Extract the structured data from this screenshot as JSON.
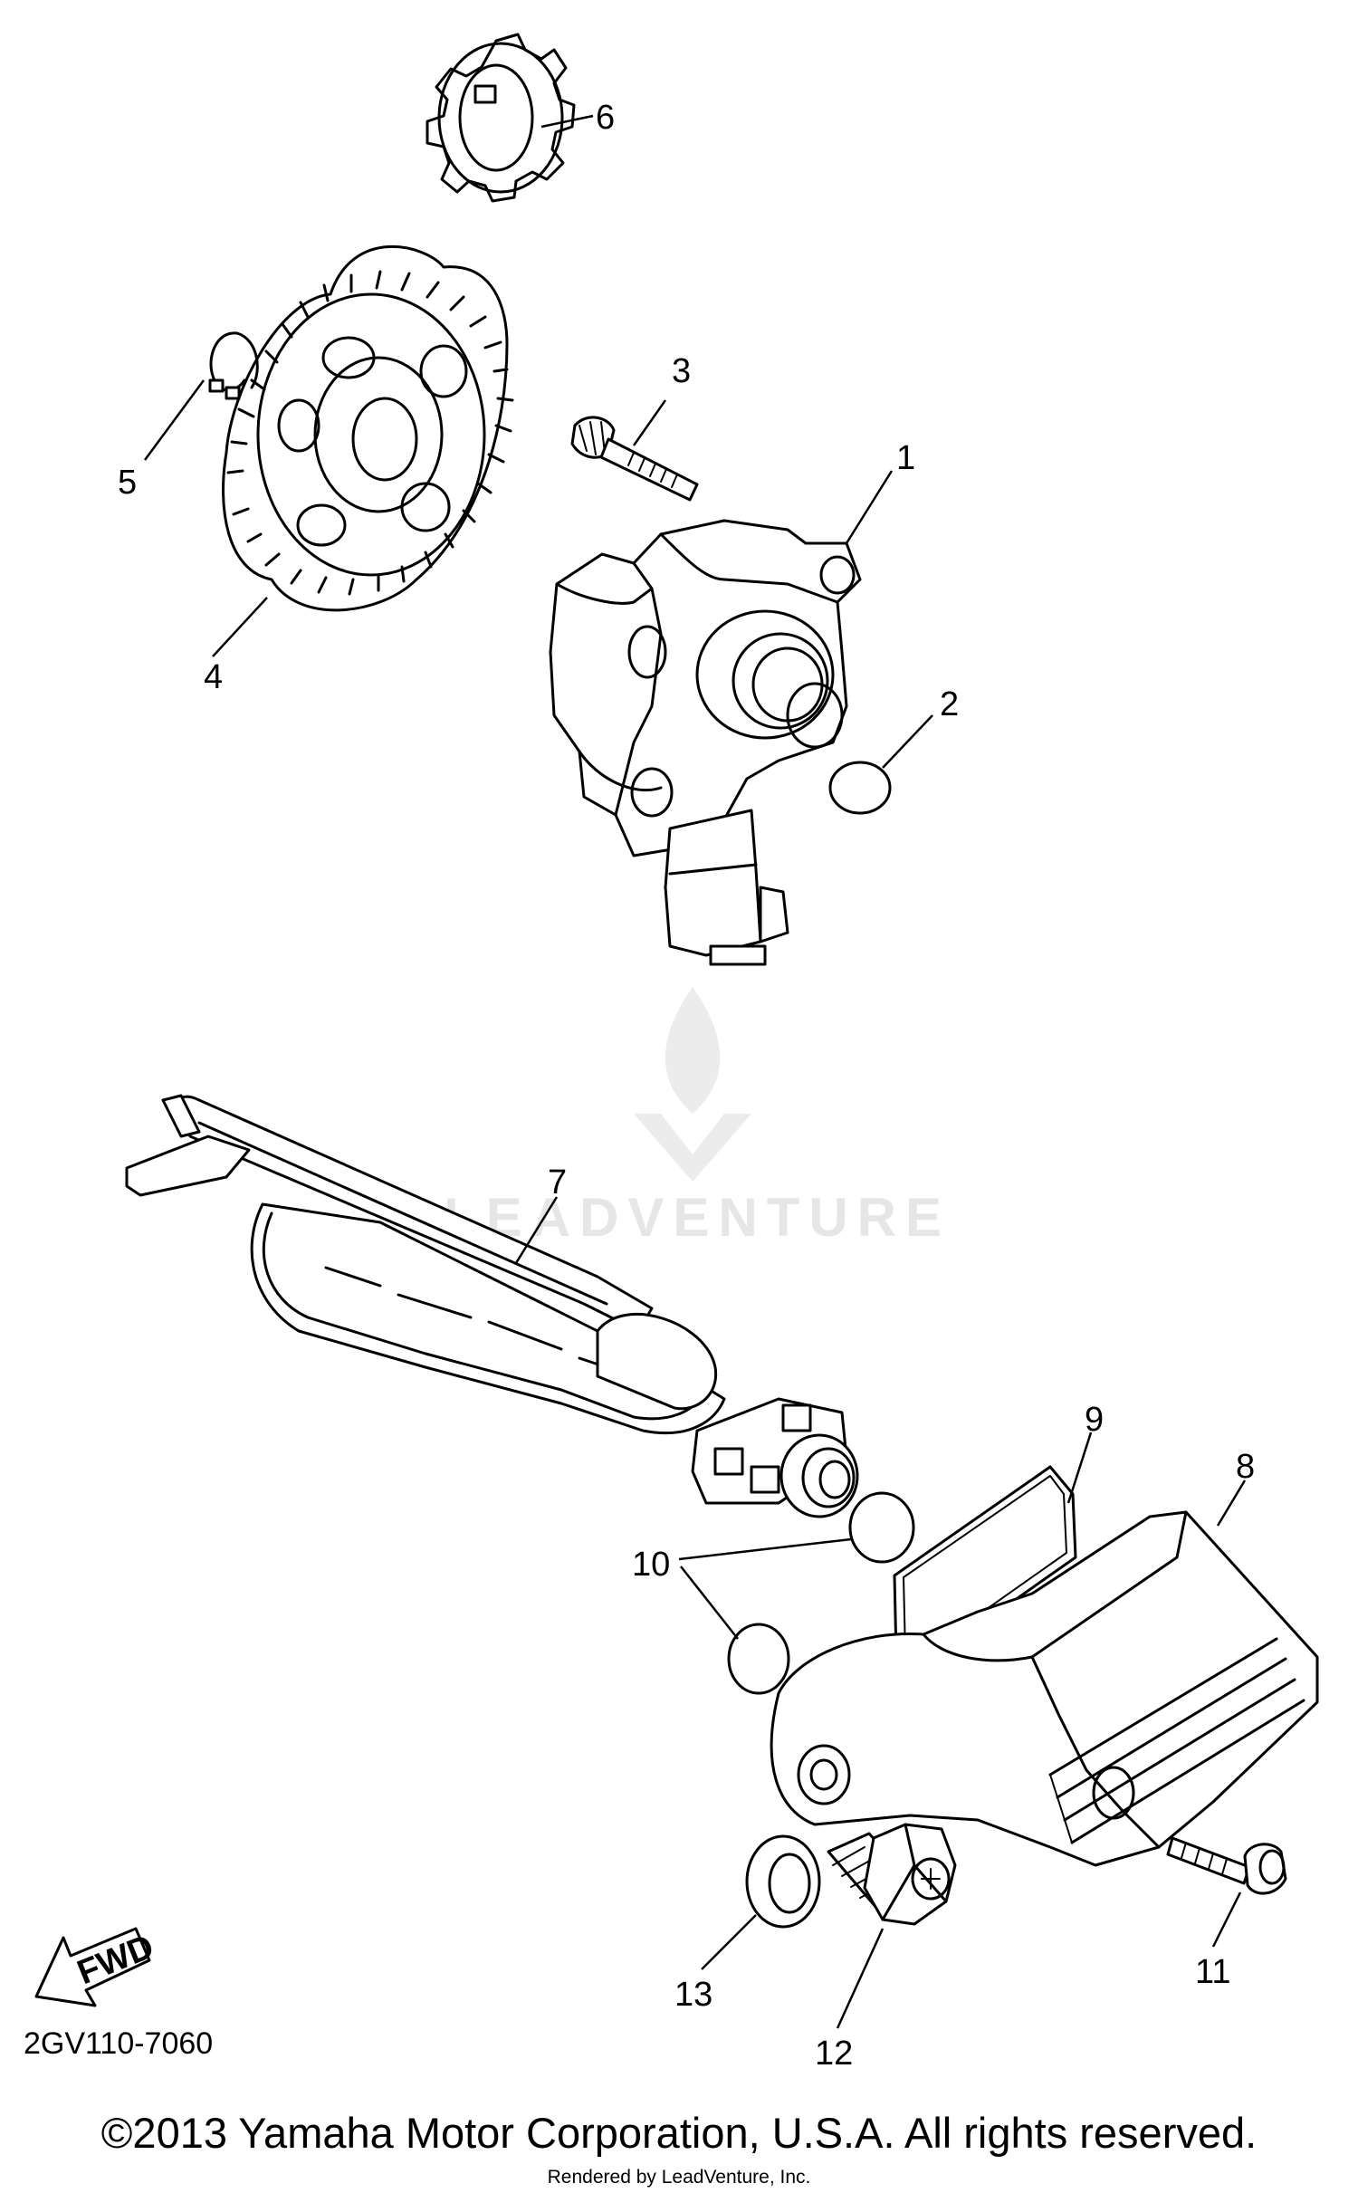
{
  "diagram": {
    "callouts": [
      "1",
      "2",
      "3",
      "4",
      "5",
      "6",
      "7",
      "8",
      "9",
      "10",
      "11",
      "12",
      "13"
    ],
    "fwd_label": "FWD",
    "diagram_code": "2GV110-7060"
  },
  "footer": {
    "copyright": "©2013 Yamaha Motor Corporation, U.S.A. All rights reserved.",
    "rendered_by": "Rendered by LeadVenture, Inc."
  },
  "watermark": {
    "text": "LEADVENTURE"
  }
}
